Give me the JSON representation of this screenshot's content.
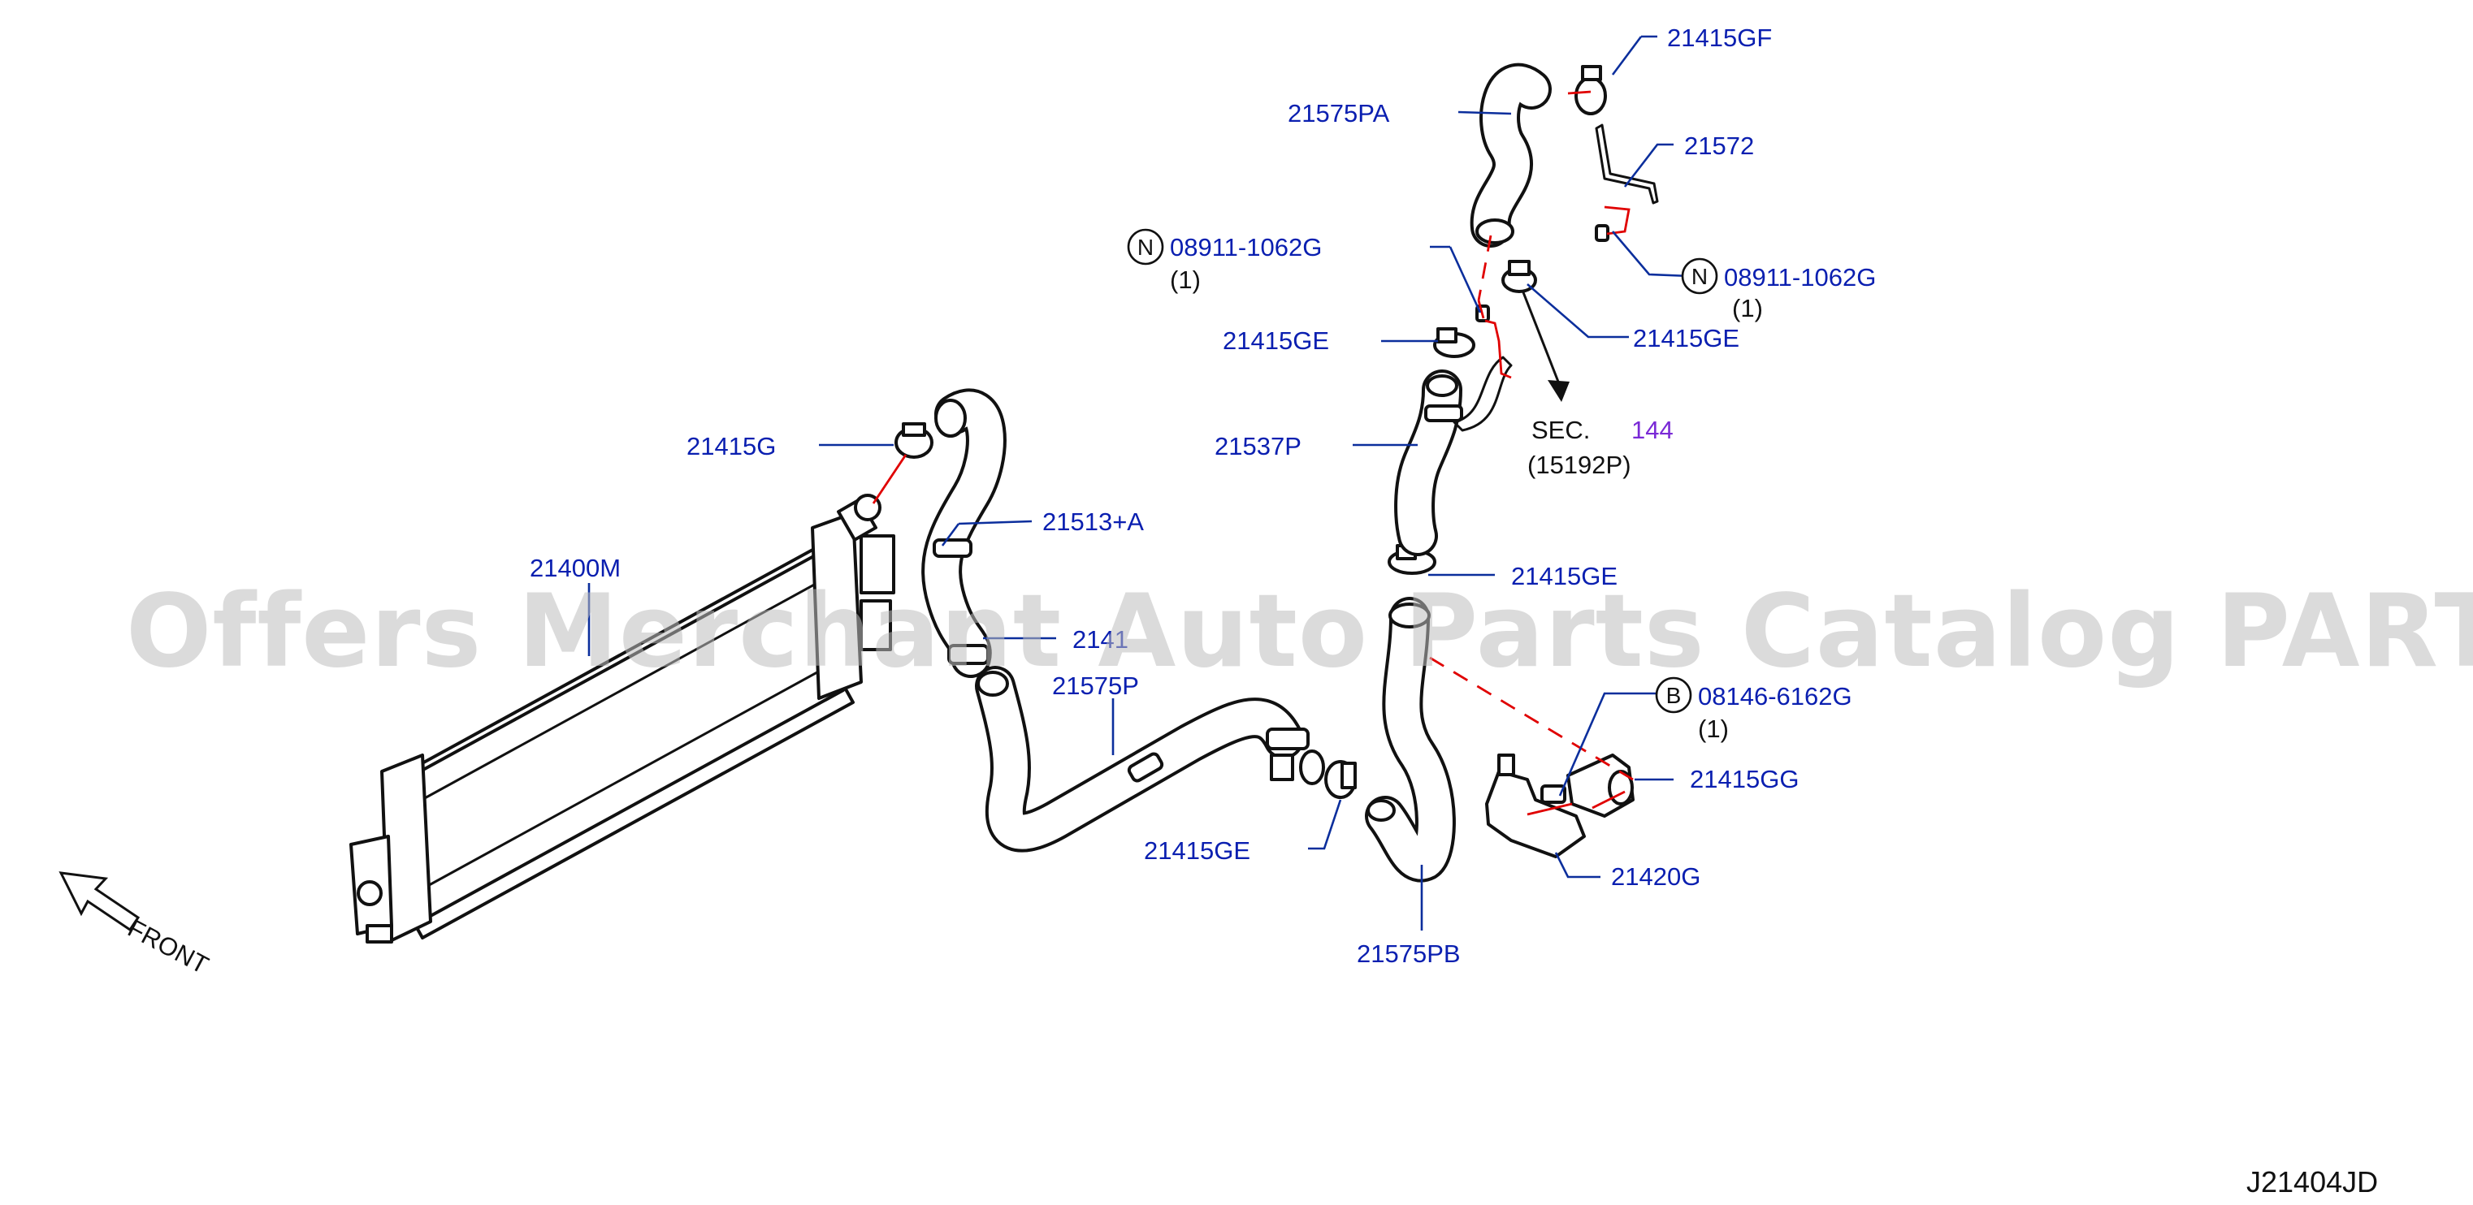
{
  "watermark": "Offers Merchant Auto Parts Catalog PARTSTORE.SA",
  "diagram_id": "J21404JD",
  "front_label": "FRONT",
  "section_ref": {
    "prefix": "SEC.",
    "number": "144",
    "sub": "(15192P)"
  },
  "symbols": {
    "n": "N",
    "b": "B"
  },
  "parts": {
    "p21415GF": "21415GF",
    "p21575PA": "21575PA",
    "p21572": "21572",
    "p08911_left": "08911-1062G",
    "p08911_left_qty": "(1)",
    "p08911_right": "08911-1062G",
    "p08911_right_qty": "(1)",
    "p21415GE_a": "21415GE",
    "p21415GE_b": "21415GE",
    "p21415GE_c": "21415GE",
    "p21415GE_d": "21415GE",
    "p21415G": "21415G",
    "p21537P": "21537P",
    "p21513A": "21513+A",
    "p21400M": "21400M",
    "p2141x": "2141",
    "p21575P": "21575P",
    "p08146": "08146-6162G",
    "p08146_qty": "(1)",
    "p21415GG": "21415GG",
    "p21420G": "21420G",
    "p21575PB": "21575PB"
  },
  "colors": {
    "label": "#0a1fb0",
    "leader": "#0b2e9c",
    "guide": "#e00000",
    "section_number": "#7a2ad6"
  }
}
